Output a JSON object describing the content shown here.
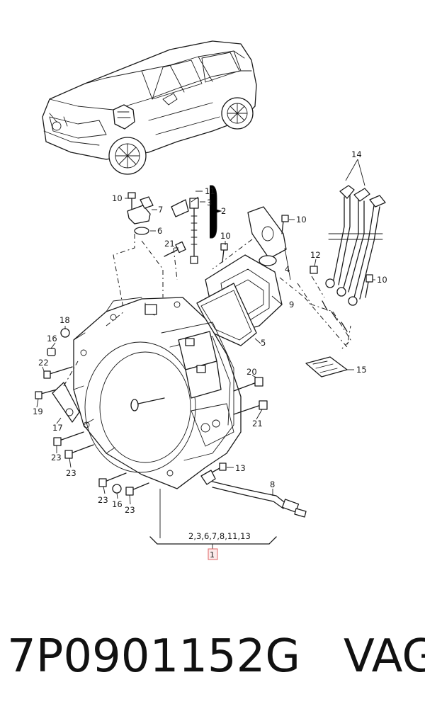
{
  "callouts": {
    "c14": "14",
    "c11": "11",
    "c10a": "10",
    "c7": "7",
    "c3": "3",
    "c2": "2",
    "c6": "6",
    "c10b": "10",
    "c10c": "10",
    "c21a": "21",
    "c4": "4",
    "c12": "12",
    "c10d": "10",
    "c9": "9",
    "c18": "18",
    "c16a": "16",
    "c5": "5",
    "c15": "15",
    "c22": "22",
    "c20": "20",
    "c19": "19",
    "c17": "17",
    "c21b": "21",
    "c23a": "23",
    "c23b": "23",
    "c13": "13",
    "c8": "8",
    "c23c": "23",
    "c16b": "16",
    "c23d": "23"
  },
  "assembly_list": "2,3,6,7,8,11,13",
  "assembly_number": "1",
  "footer": {
    "part_number": "7P0901152G",
    "brand": "VAG"
  },
  "colors": {
    "line": "#1a1a1a",
    "highlight_box": "#e06666"
  }
}
